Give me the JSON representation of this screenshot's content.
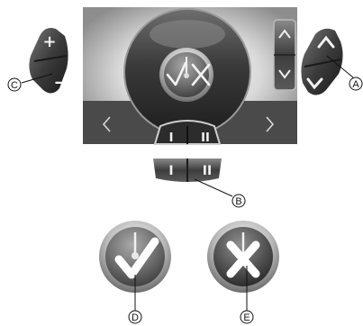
{
  "callouts": {
    "a": "A",
    "b": "B",
    "c": "C",
    "d": "D",
    "e": "E"
  },
  "left_pod": {
    "top_symbol": "+",
    "bottom_symbol": "–"
  },
  "right_pod": {
    "top_icon": "chevron-up-icon",
    "bottom_icon": "chevron-down-icon"
  },
  "center_switch": {
    "left_label": "I",
    "right_label": "II"
  },
  "detail_switch": {
    "left_label": "I",
    "right_label": "II"
  },
  "colors": {
    "housing_dark": "#2e2e2e",
    "housing_mid": "#555555",
    "screen_light": "#e6e6e6",
    "button_chrome": "#bfbfbf"
  }
}
